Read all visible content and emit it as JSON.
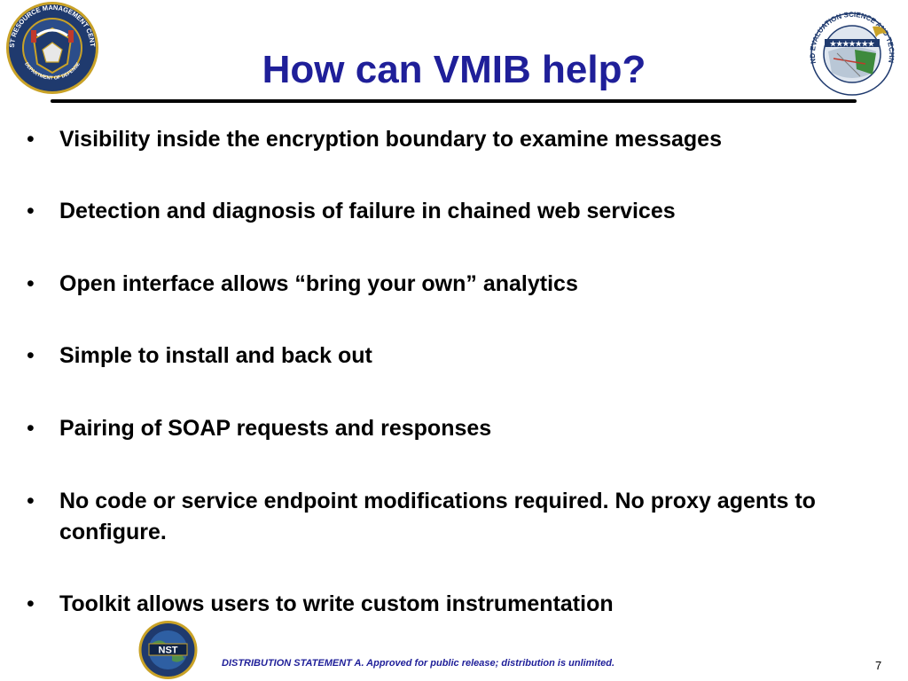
{
  "slide": {
    "title": "How can VMIB help?",
    "bullets": [
      {
        "text": "Visibility inside the encryption boundary to examine messages"
      },
      {
        "text": "Detection and diagnosis of failure in chained web services"
      },
      {
        "text": "Open interface allows “bring your own” analytics"
      },
      {
        "text": "Simple to install and back out"
      },
      {
        "text": "Pairing of SOAP requests and responses"
      },
      {
        "text": "No code or service endpoint modifications required.  No proxy agents to configure."
      },
      {
        "text": "Toolkit allows users to write custom instrumentation"
      }
    ],
    "bullet_symbol": "•",
    "footer": "DISTRIBUTION STATEMENT A.  Approved for public release; distribution is unlimited.",
    "page_number": "7"
  },
  "logos": {
    "left": {
      "ring_text_top": "TEST RESOURCE MANAGEMENT CENTER",
      "ring_text_bottom": "DEPARTMENT OF DEFENSE",
      "icon": "trmc-seal-icon"
    },
    "right": {
      "ring_text": "TEST AND EVALUATION SCIENCE AND TECHNOLOGY",
      "icon": "tes-seal-icon"
    },
    "bottom": {
      "label": "NST",
      "icon": "nst-globe-icon"
    }
  },
  "colors": {
    "title": "#1f1f99",
    "footer": "#1f1f99",
    "seal_navy": "#1f3a6e",
    "seal_gold": "#c9a227"
  }
}
